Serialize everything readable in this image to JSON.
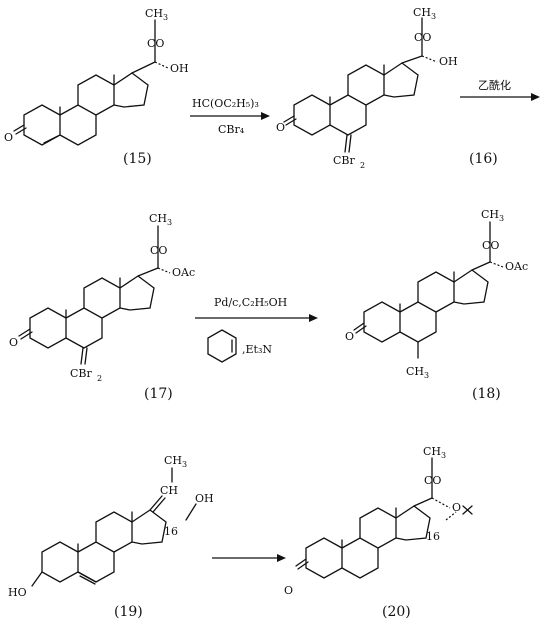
{
  "compounds": [
    {
      "id": "c15",
      "number": "(15)",
      "labels": {
        "ch3": "CH",
        "ch3_sub": "3",
        "carbonyl": "CO",
        "oh": "OH",
        "oxo": "O"
      }
    },
    {
      "id": "c16",
      "number": "(16)",
      "labels": {
        "ch3": "CH",
        "ch3_sub": "3",
        "carbonyl": "CO",
        "oh": "OH",
        "oxo": "O",
        "cbr": "CBr",
        "cbr_sub": "2"
      }
    },
    {
      "id": "c17",
      "number": "(17)",
      "labels": {
        "ch3": "CH",
        "ch3_sub": "3",
        "carbonyl": "CO",
        "oac": "OAc",
        "oxo": "O",
        "cbr": "CBr",
        "cbr_sub": "2"
      }
    },
    {
      "id": "c18",
      "number": "(18)",
      "labels": {
        "ch3": "CH",
        "ch3_sub": "3",
        "carbonyl": "CO",
        "oac": "OAc",
        "oxo": "O",
        "ring_ch3": "CH",
        "ring_ch3_sub": "3"
      }
    },
    {
      "id": "c19",
      "number": "(19)",
      "labels": {
        "ch3": "CH",
        "ch3_sub": "3",
        "ch": "CH",
        "oh": "OH",
        "pos16": "16",
        "ho": "HO"
      }
    },
    {
      "id": "c20",
      "number": "(20)",
      "labels": {
        "ch3": "CH",
        "ch3_sub": "3",
        "carbonyl": "CO",
        "pos16": "16",
        "oxo": "O",
        "acetonide": "O"
      }
    }
  ],
  "arrows": [
    {
      "id": "a1",
      "above": "HC(OC₂H₅)₃",
      "below": "CBr₄"
    },
    {
      "id": "a2",
      "above": "乙酰化",
      "below": ""
    },
    {
      "id": "a3",
      "above": "Pd/c,C₂H₅OH",
      "below": ",Et₃N"
    },
    {
      "id": "a4",
      "above": "",
      "below": ""
    }
  ]
}
